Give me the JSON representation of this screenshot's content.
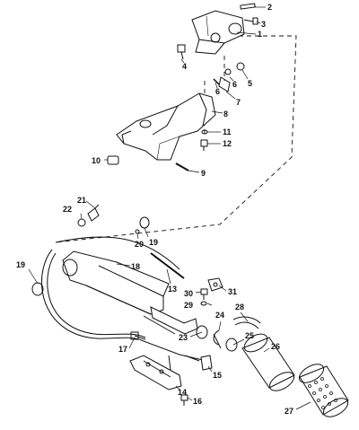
{
  "diagram": {
    "callouts": [
      "1",
      "2",
      "3",
      "4",
      "5",
      "6",
      "6",
      "7",
      "8",
      "9",
      "10",
      "11",
      "12",
      "13",
      "14",
      "15",
      "16",
      "17",
      "18",
      "19",
      "19",
      "20",
      "21",
      "22",
      "23",
      "24",
      "25",
      "26",
      "27",
      "28",
      "29",
      "30",
      "31"
    ]
  }
}
